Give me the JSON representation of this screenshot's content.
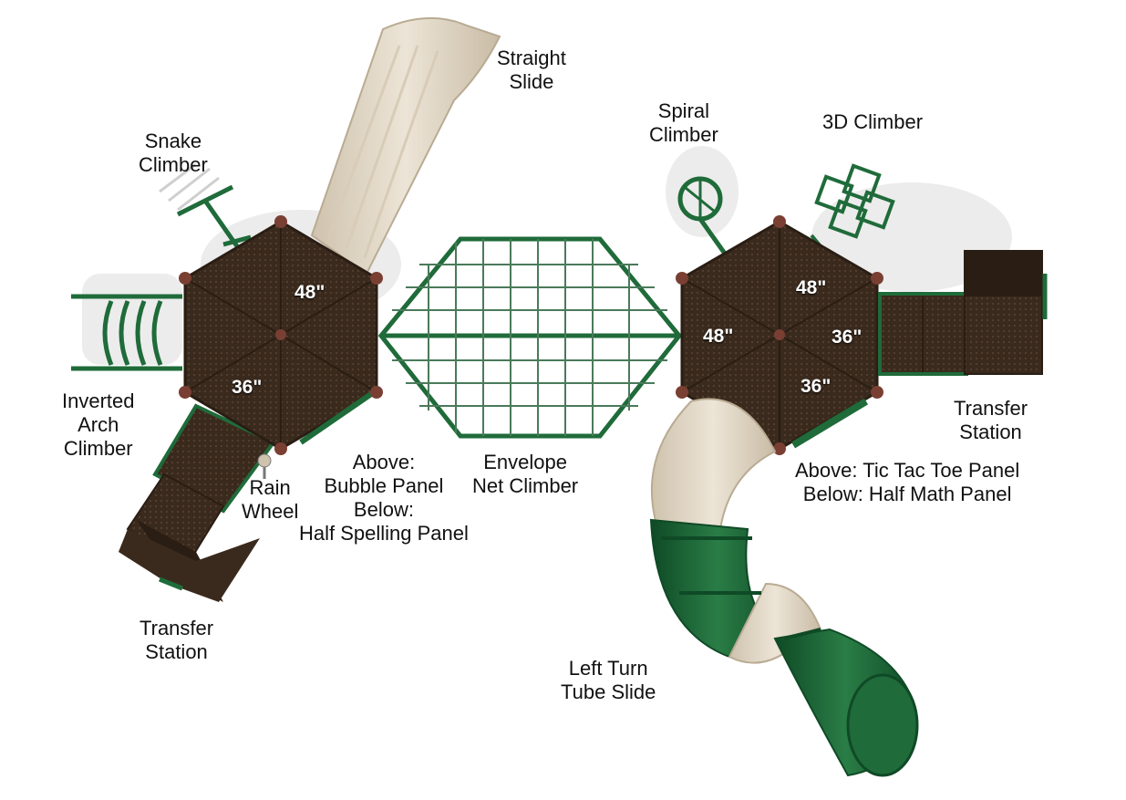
{
  "colors": {
    "deck": "#3a2a1d",
    "deck_dark": "#2a1d13",
    "deck_edge": "#4a3627",
    "green": "#1f6b3a",
    "green_dark": "#0f4a26",
    "tan": "#e2d8c8",
    "tan_dark": "#c9bca6",
    "shadow": "#e6e6e6",
    "post": "#7a3f33",
    "text": "#111111"
  },
  "labels": {
    "straight_slide": [
      "Straight",
      "Slide"
    ],
    "snake_climber": [
      "Snake",
      "Climber"
    ],
    "spiral_climber": [
      "Spiral",
      "Climber"
    ],
    "climber_3d": [
      "3D Climber"
    ],
    "inverted_arch": [
      "Inverted",
      "Arch",
      "Climber"
    ],
    "rain_wheel": [
      "Rain",
      "Wheel"
    ],
    "bubble_panel": [
      "Above:",
      "Bubble Panel",
      "Below:",
      "Half Spelling Panel"
    ],
    "envelope_net": [
      "Envelope",
      "Net Climber"
    ],
    "tic_tac_toe": [
      "Above: Tic Tac Toe Panel",
      "Below: Half Math Panel"
    ],
    "transfer_station_right": [
      "Transfer",
      "Station"
    ],
    "transfer_station_left": [
      "Transfer",
      "Station"
    ],
    "tube_slide": [
      "Left Turn",
      "Tube Slide"
    ]
  },
  "deck_heights": {
    "left_top": "48\"",
    "left_bottom": "36\"",
    "right_top": "48\"",
    "right_left": "48\"",
    "right_right": "36\"",
    "right_bottom": "36\""
  }
}
